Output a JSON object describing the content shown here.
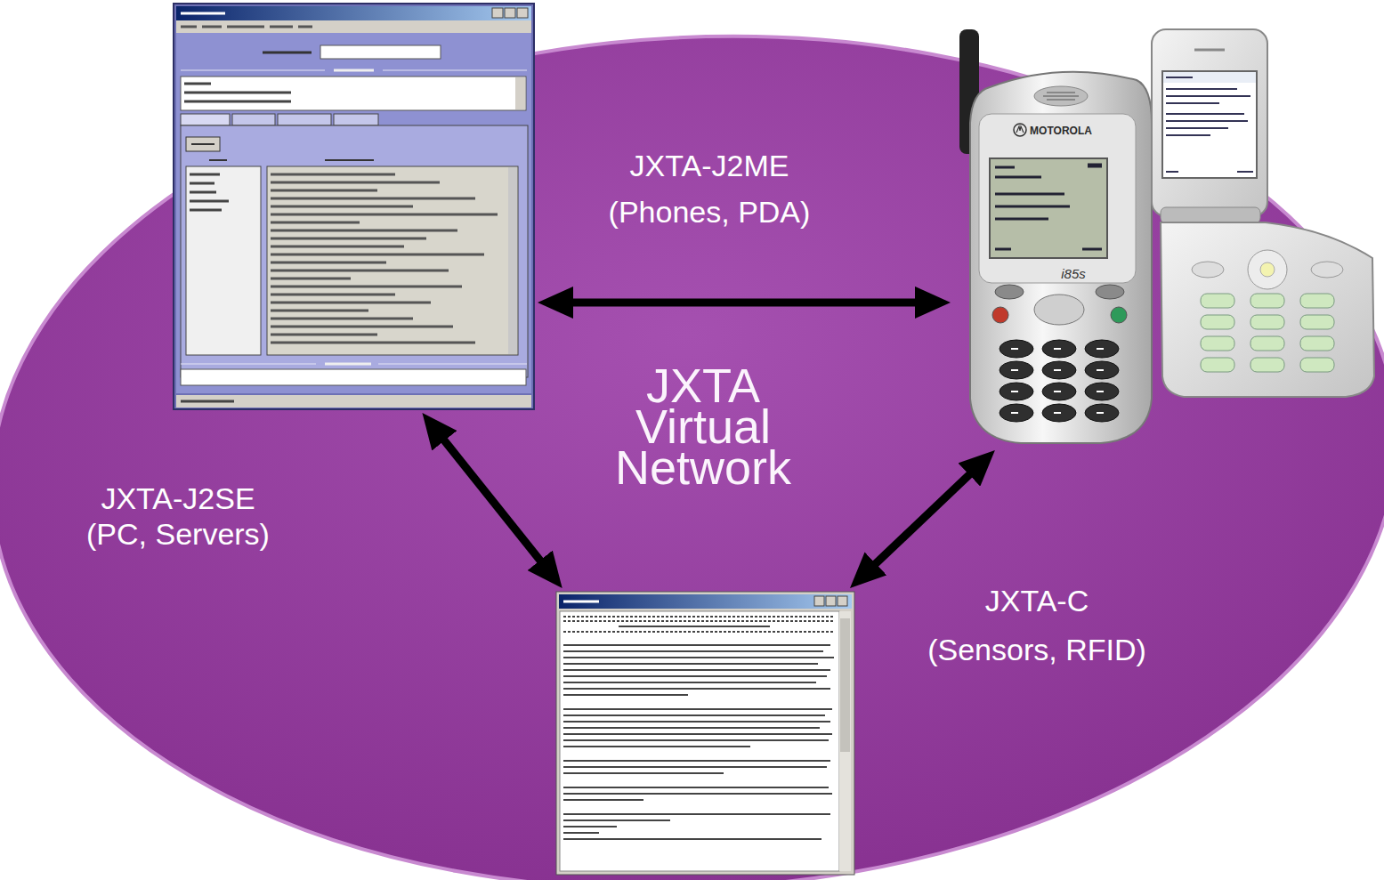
{
  "diagram": {
    "nodes": [
      {
        "text": [
          "JXTA Virtual Network"
        ]
      },
      {
        "text": [
          "JXTA-J2SE (PC, Servers)"
        ],
        "in": 0
      },
      {
        "text": [
          "JXTA-J2ME (Phones, PDA)"
        ],
        "in": 0
      },
      {
        "text": [
          "JXTA-C (Sensors, RFID)"
        ],
        "in": 0
      }
    ],
    "edges": [
      {
        "from": 1,
        "to": 2,
        "arrow": "both"
      },
      {
        "from": 1,
        "to": 3,
        "arrow": "both"
      },
      {
        "from": 2,
        "to": 3,
        "arrow": "both"
      }
    ],
    "labels": [
      "MOTOROLA",
      "i85s"
    ]
  }
}
